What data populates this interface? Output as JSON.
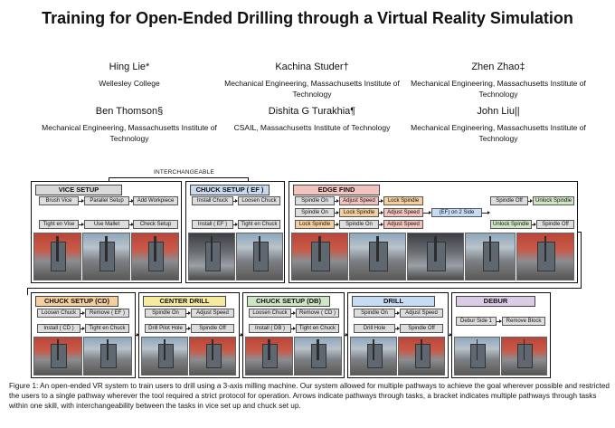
{
  "title": "Training for Open-Ended Drilling through a Virtual Reality Simulation",
  "authors": [
    {
      "name": "Hing Lie*",
      "affil": "Wellesley College"
    },
    {
      "name": "Kachina Studer†",
      "affil": "Mechanical Engineering, Massachusetts Institute of Technology"
    },
    {
      "name": "Zhen Zhao‡",
      "affil": "Mechanical Engineering, Massachusetts Institute of Technology"
    },
    {
      "name": "Ben Thomson§",
      "affil": "Mechanical Engineering, Massachusetts Institute of Technology"
    },
    {
      "name": "Dishita G Turakhia¶",
      "affil": "CSAIL, Massachusetts Institute of Technology"
    },
    {
      "name": "John Liu||",
      "affil": "Mechanical Engineering, Massachusetts Institute of Technology"
    }
  ],
  "figure": {
    "interchangeable_label": "INTERCHANGEABLE",
    "panels": {
      "vice": {
        "title": "VICE SETUP",
        "color": "#d9d9d9",
        "steps": [
          "Brush Vice",
          "Parallel Setup",
          "Add Workpiece",
          "Tight en Vise",
          "Use Mallet",
          "Check Setup"
        ]
      },
      "chuck_ef": {
        "title": "CHUCK SETUP ( EF )",
        "color": "#c9d9ef",
        "steps": [
          "Install Chuck",
          "Loosen Chuck",
          "Install ( EF )",
          "Tight en Chuck"
        ]
      },
      "edge": {
        "title": "EDGE FIND",
        "color": "#f3c4bd",
        "steps": [
          "Spindle On",
          "Adjust Speed",
          "Lock Spindle",
          "Spindle On",
          "Lock Spindle",
          "Adjust Speed",
          "(EF) on 2 Side",
          "Lock Spindle",
          "Spindle On",
          "Adjust Speed",
          "Spindle Off",
          "Unlock Spindle",
          "Unlock Spindle",
          "Spindle Off"
        ]
      },
      "chuck_cd": {
        "title": "CHUCK SETUP (CD)",
        "color": "#f6cf9e",
        "steps": [
          "Loosen Chuck",
          "Remove ( EF )",
          "Install ( CD )",
          "Tight en Chuck"
        ]
      },
      "center": {
        "title": "CENTER DRILL",
        "color": "#f5eaa0",
        "steps": [
          "Spindle On",
          "Adjust Speed",
          "Drill Pilot Hole",
          "Spindle Off"
        ]
      },
      "chuck_db": {
        "title": "CHUCK SETUP (DB)",
        "color": "#cfe6c4",
        "steps": [
          "Loosen Chuck",
          "Remove ( CD )",
          "Install ( DB )",
          "Tight en Chuck"
        ]
      },
      "drill": {
        "title": "DRILL",
        "color": "#c6dcf4",
        "steps": [
          "Spindle On",
          "Adjust Speed",
          "Drill Hole",
          "Spindle Off"
        ]
      },
      "debur": {
        "title": "DEBUR",
        "color": "#dccbe7",
        "steps": [
          "Debur Side 1",
          "Remove Block"
        ]
      }
    }
  },
  "caption": "Figure 1: An open-ended VR system to train users to drill using a 3-axis milling machine. Our system allowed for multiple pathways to achieve the goal wherever possible and restricted the users to a single pathway wherever the tool required a strict protocol for operation. Arrows indicate pathways through tasks, a bracket indicates multiple pathways through tasks within one skill, with interchangeability between the tasks in vice set up and chuck set up."
}
